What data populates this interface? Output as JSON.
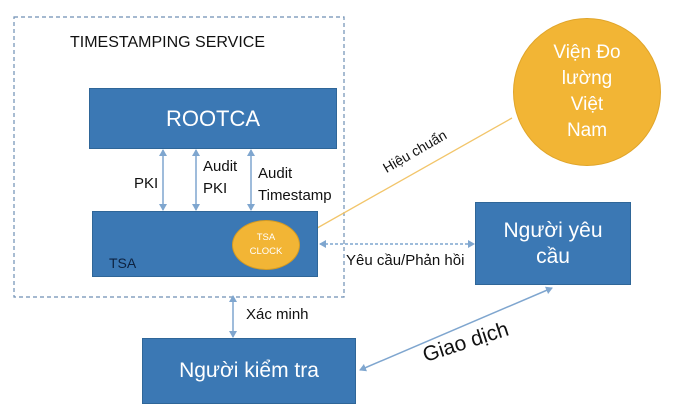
{
  "service": {
    "title": "TIMESTAMPING SERVICE"
  },
  "rootca": {
    "label": "ROOTCA"
  },
  "tsa": {
    "label": "TSA",
    "clock_line1": "TSA",
    "clock_line2": "CLOCK"
  },
  "links": {
    "pki": "PKI",
    "audit_pki_line1": "Audit",
    "audit_pki_line2": "PKI",
    "audit_ts_line1": "Audit",
    "audit_ts_line2": "Timestamp",
    "calibration": "Hiệu chuẩn",
    "request_response": "Yêu cầu/Phản hồi",
    "verify": "Xác minh",
    "transaction": "Giao dịch"
  },
  "institute": {
    "line1": "Viện Đo",
    "line2": "lường",
    "line3": "Việt",
    "line4": "Nam"
  },
  "requester": {
    "line1": "Người yêu",
    "line2": "cầu"
  },
  "verifier": {
    "label": "Người kiểm tra"
  },
  "colors": {
    "box_fill": "#3b78b4",
    "circle_fill": "#f2b535",
    "arrow": "#7fa6cf",
    "dashed": "#6f8fb3"
  }
}
